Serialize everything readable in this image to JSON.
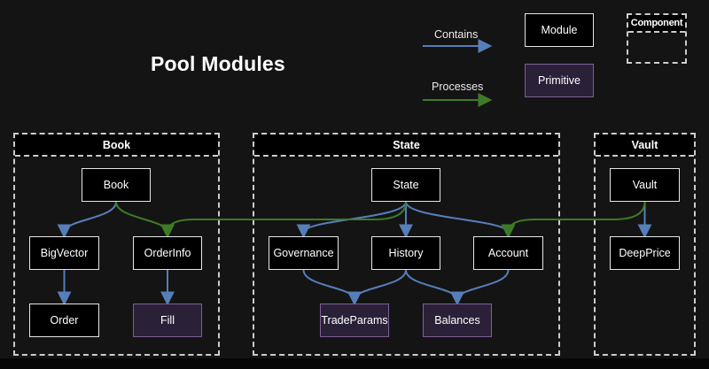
{
  "title": "Pool Modules",
  "legend": {
    "contains_label": "Contains",
    "processes_label": "Processes",
    "module_label": "Module",
    "primitive_label": "Primitive",
    "component_label": "Component"
  },
  "colors": {
    "background": "#141414",
    "contains_arrow": "#567eb9",
    "processes_arrow": "#3e7b26",
    "module_fill": "#000000",
    "module_border": "#e6e6e6",
    "primitive_fill": "#2a2138",
    "primitive_border": "#7d5f96",
    "container_border": "#cccccc"
  },
  "diagram": {
    "containers": [
      {
        "id": "book",
        "label": "Book"
      },
      {
        "id": "state",
        "label": "State"
      },
      {
        "id": "vault",
        "label": "Vault"
      }
    ],
    "nodes": [
      {
        "id": "book",
        "container": "book",
        "label": "Book",
        "type": "module"
      },
      {
        "id": "bigvector",
        "container": "book",
        "label": "BigVector",
        "type": "module"
      },
      {
        "id": "orderinfo",
        "container": "book",
        "label": "OrderInfo",
        "type": "module"
      },
      {
        "id": "order",
        "container": "book",
        "label": "Order",
        "type": "module"
      },
      {
        "id": "fill",
        "container": "book",
        "label": "Fill",
        "type": "primitive"
      },
      {
        "id": "state",
        "container": "state",
        "label": "State",
        "type": "module"
      },
      {
        "id": "governance",
        "container": "state",
        "label": "Governance",
        "type": "module"
      },
      {
        "id": "history",
        "container": "state",
        "label": "History",
        "type": "module"
      },
      {
        "id": "account",
        "container": "state",
        "label": "Account",
        "type": "module"
      },
      {
        "id": "tradeparams",
        "container": "state",
        "label": "TradeParams",
        "type": "primitive"
      },
      {
        "id": "balances",
        "container": "state",
        "label": "Balances",
        "type": "primitive"
      },
      {
        "id": "vault",
        "container": "vault",
        "label": "Vault",
        "type": "module"
      },
      {
        "id": "deepprice",
        "container": "vault",
        "label": "DeepPrice",
        "type": "module"
      }
    ],
    "edges": [
      {
        "from": "book",
        "to": "bigvector",
        "kind": "contains"
      },
      {
        "from": "bigvector",
        "to": "order",
        "kind": "contains"
      },
      {
        "from": "orderinfo",
        "to": "fill",
        "kind": "contains"
      },
      {
        "from": "state",
        "to": "governance",
        "kind": "contains"
      },
      {
        "from": "state",
        "to": "history",
        "kind": "contains"
      },
      {
        "from": "state",
        "to": "account",
        "kind": "contains"
      },
      {
        "from": "governance",
        "to": "tradeparams",
        "kind": "contains"
      },
      {
        "from": "history",
        "to": "tradeparams",
        "kind": "contains"
      },
      {
        "from": "history",
        "to": "balances",
        "kind": "contains"
      },
      {
        "from": "account",
        "to": "balances",
        "kind": "contains"
      },
      {
        "from": "vault",
        "to": "deepprice",
        "kind": "contains"
      },
      {
        "from": "book",
        "to": "orderinfo",
        "kind": "processes"
      },
      {
        "from": "state",
        "to": "orderinfo",
        "kind": "processes"
      },
      {
        "from": "vault",
        "to": "account",
        "kind": "processes"
      }
    ]
  }
}
